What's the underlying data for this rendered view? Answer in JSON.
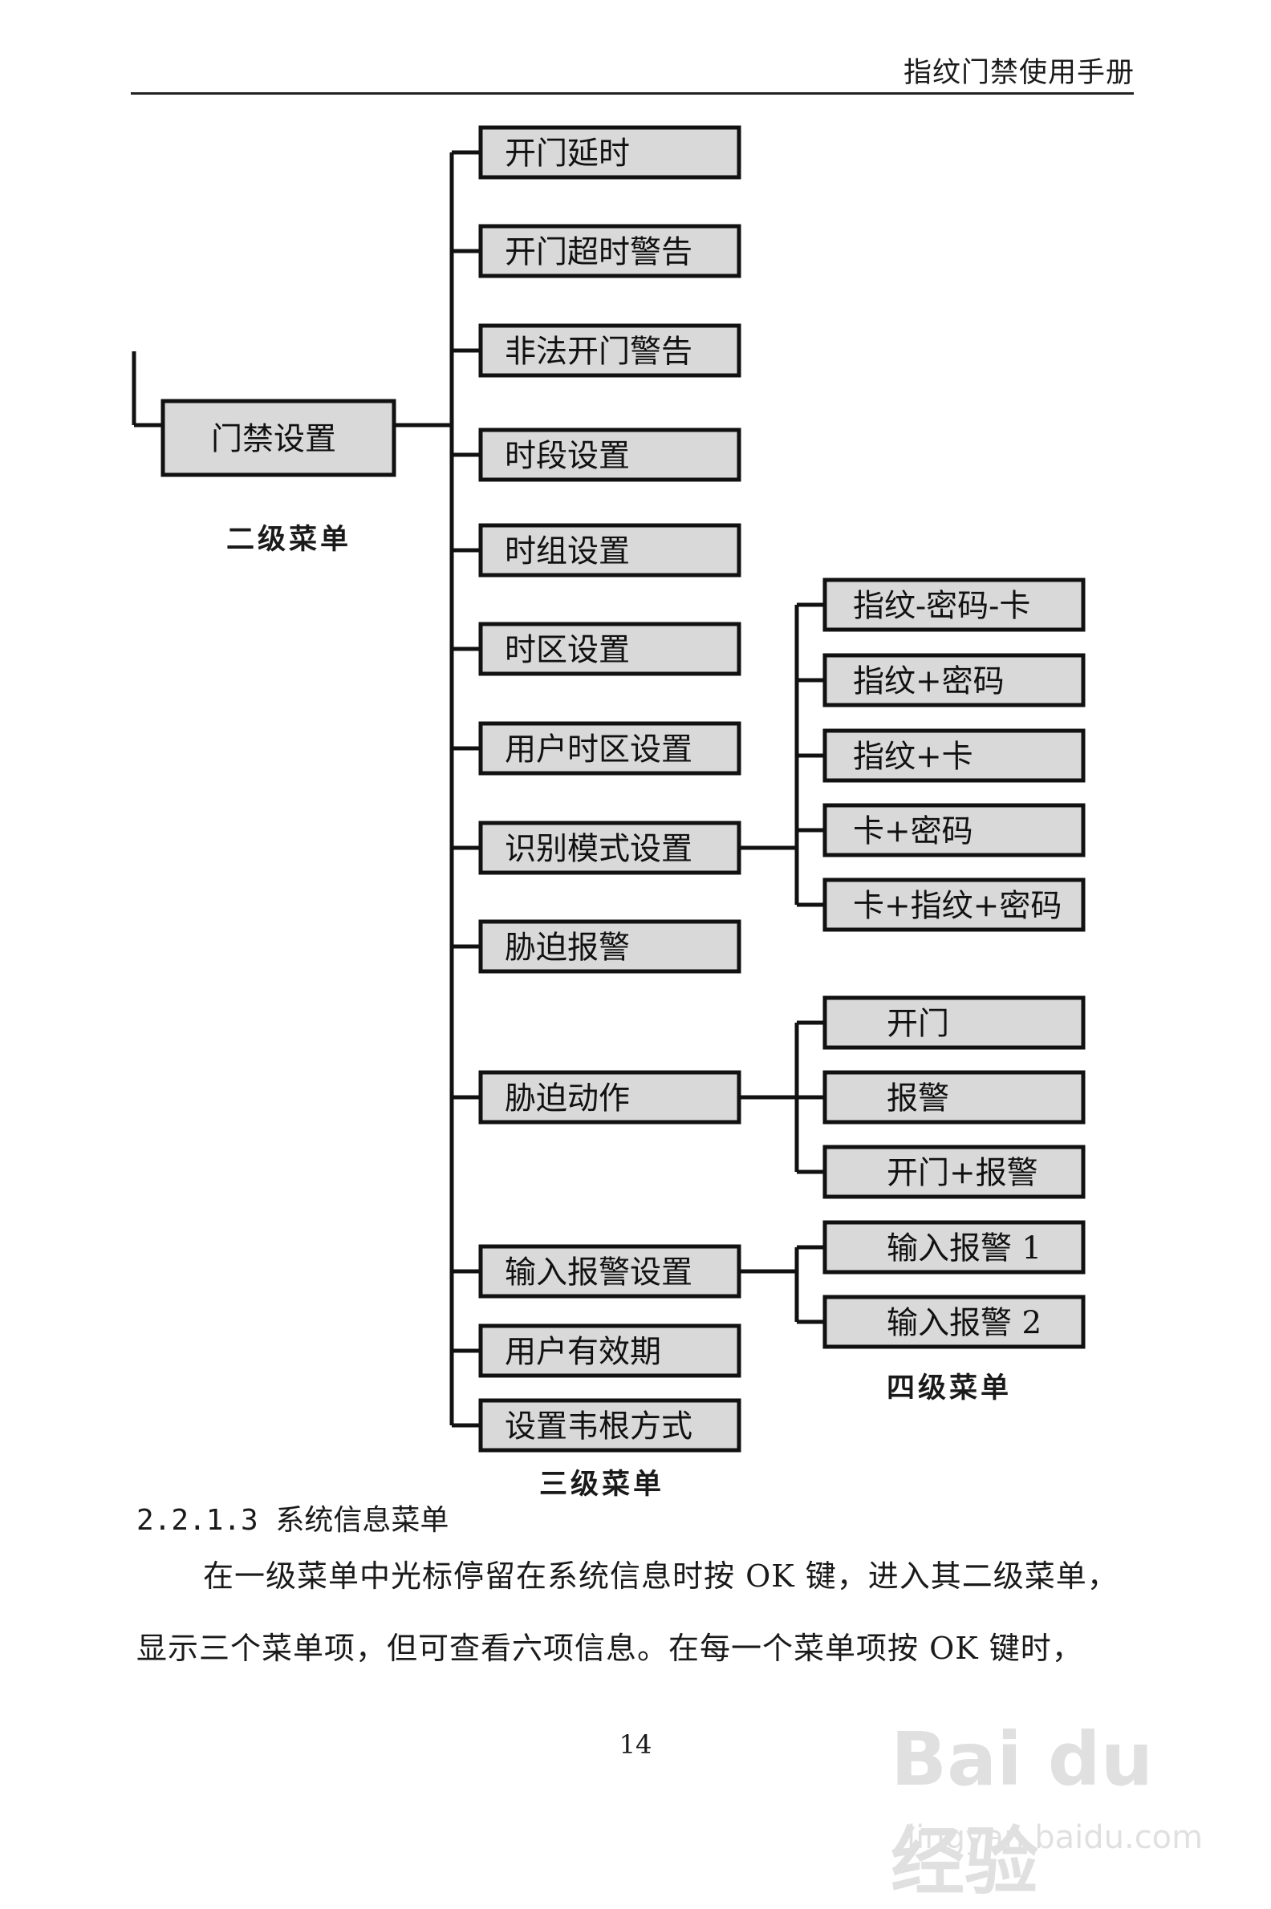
{
  "header": {
    "title": "指纹门禁使用手册"
  },
  "diagram": {
    "level2_node": "门禁设置",
    "level2_caption": "二级菜单",
    "level3_caption": "三级菜单",
    "level4_caption": "四级菜单",
    "level3_items": [
      "开门延时",
      "开门超时警告",
      "非法开门警告",
      "时段设置",
      "时组设置",
      "时区设置",
      "用户时区设置",
      "识别模式设置",
      "胁迫报警",
      "胁迫动作",
      "输入报警设置",
      "用户有效期",
      "设置韦根方式"
    ],
    "recognition_modes": [
      "指纹-密码-卡",
      "指纹+密码",
      "指纹+卡",
      "卡+密码",
      "卡+指纹+密码"
    ],
    "duress_actions": [
      "开门",
      "报警",
      "开门+报警"
    ],
    "input_alarms": [
      "输入报警 1",
      "输入报警 2"
    ]
  },
  "section": {
    "heading": "2.2.1.3 系统信息菜单",
    "para_lines": [
      "在一级菜单中光标停留在系统信息时按 OK 键，进入其二级菜单，",
      "显示三个菜单项，但可查看六项信息。在每一个菜单项按 OK 键时，"
    ]
  },
  "page_number": "14",
  "watermark": {
    "text": "Bai du 经验",
    "url": "jingyan.baidu.com"
  }
}
